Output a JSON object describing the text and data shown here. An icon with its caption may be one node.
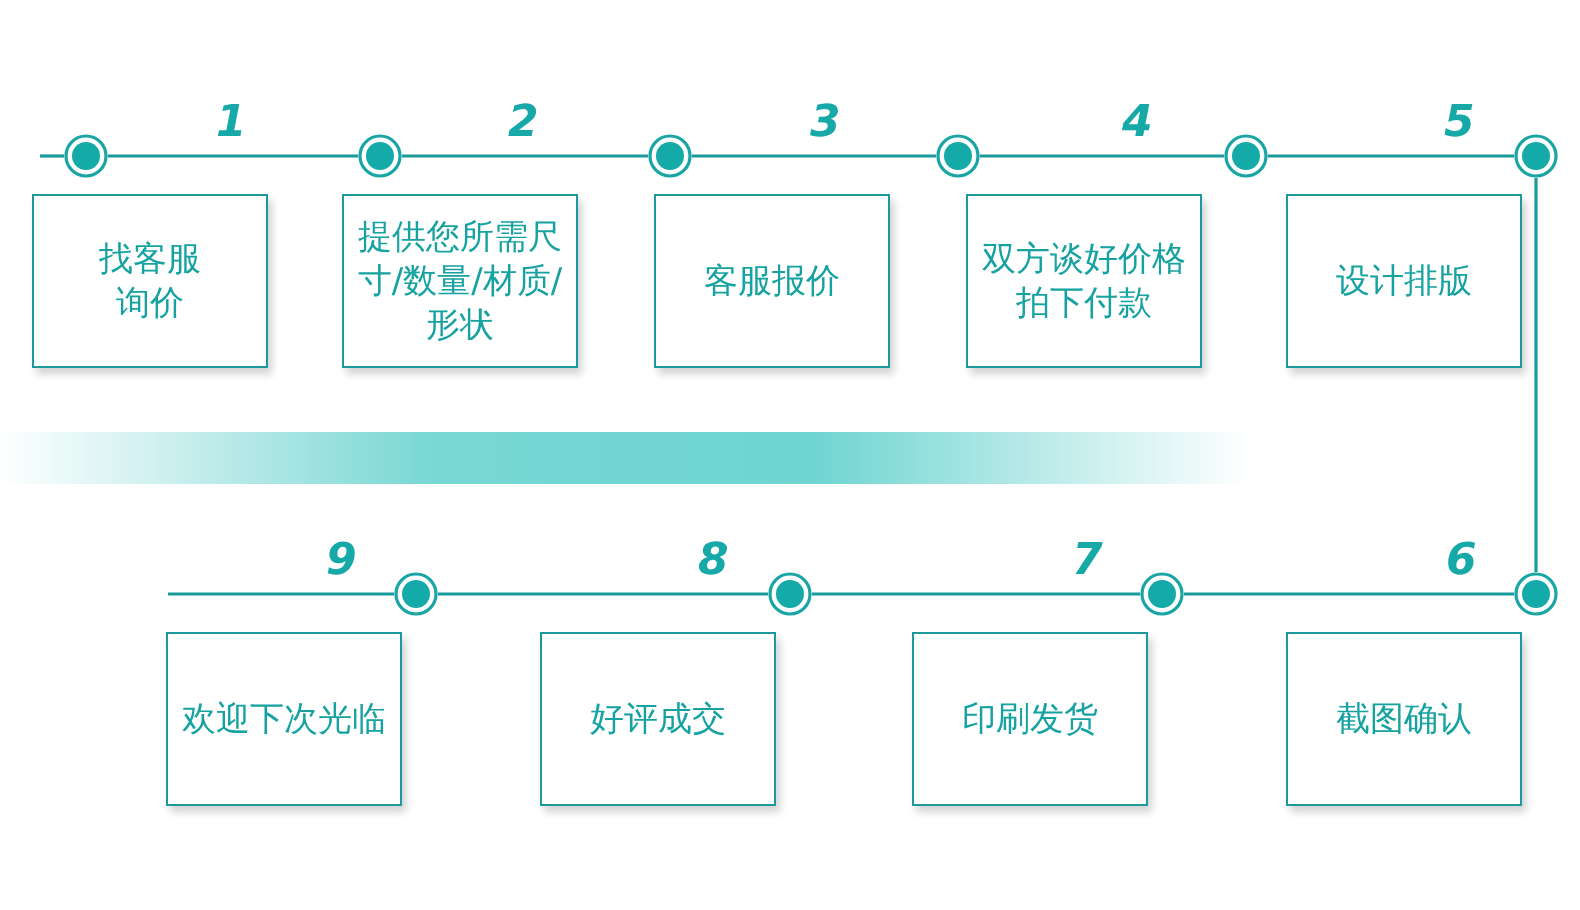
{
  "diagram": {
    "nodes": [
      {
        "text": [],
        "shape": "circle"
      },
      {
        "text": [],
        "shape": "circle"
      },
      {
        "text": [],
        "shape": "circle"
      },
      {
        "text": [],
        "shape": "circle"
      },
      {
        "text": [],
        "shape": "circle"
      },
      {
        "text": [],
        "shape": "circle"
      },
      {
        "text": [
          "找客服询价"
        ]
      },
      {
        "text": [
          "提供您所需尺寸/数量/材质/形状"
        ]
      },
      {
        "text": [
          "客服报价"
        ]
      },
      {
        "text": [
          "双方谈好价格拍下付款"
        ]
      },
      {
        "text": [
          "设计排版"
        ]
      },
      {
        "text": [],
        "shape": "circle"
      },
      {
        "text": [],
        "shape": "circle"
      },
      {
        "text": [],
        "shape": "circle"
      },
      {
        "text": [],
        "shape": "circle"
      },
      {
        "text": [
          "欢迎下次光临"
        ]
      },
      {
        "text": [
          "好评成交"
        ]
      },
      {
        "text": [
          "印刷发货"
        ]
      },
      {
        "text": [
          "截图确认"
        ]
      },
      {
        "text": [],
        "shape": "bar"
      }
    ],
    "edges": [
      {
        "from": null,
        "to": 0,
        "arrow": "none"
      },
      {
        "from": 0,
        "to": 1,
        "arrow": "none",
        "label": "1"
      },
      {
        "from": 1,
        "to": 2,
        "arrow": "none",
        "label": "2"
      },
      {
        "from": 2,
        "to": 3,
        "arrow": "none",
        "label": "3"
      },
      {
        "from": 3,
        "to": 4,
        "arrow": "none",
        "label": "4"
      },
      {
        "from": 4,
        "to": 5,
        "arrow": "none",
        "label": "5"
      },
      {
        "from": 5,
        "to": 14,
        "arrow": "none"
      },
      {
        "from": 14,
        "to": 13,
        "arrow": "none",
        "label": "6"
      },
      {
        "from": 13,
        "to": 12,
        "arrow": "none",
        "label": "7"
      },
      {
        "from": 12,
        "to": 11,
        "arrow": "none",
        "label": "8"
      },
      {
        "from": 11,
        "to": null,
        "arrow": "none",
        "label": "9"
      }
    ]
  }
}
